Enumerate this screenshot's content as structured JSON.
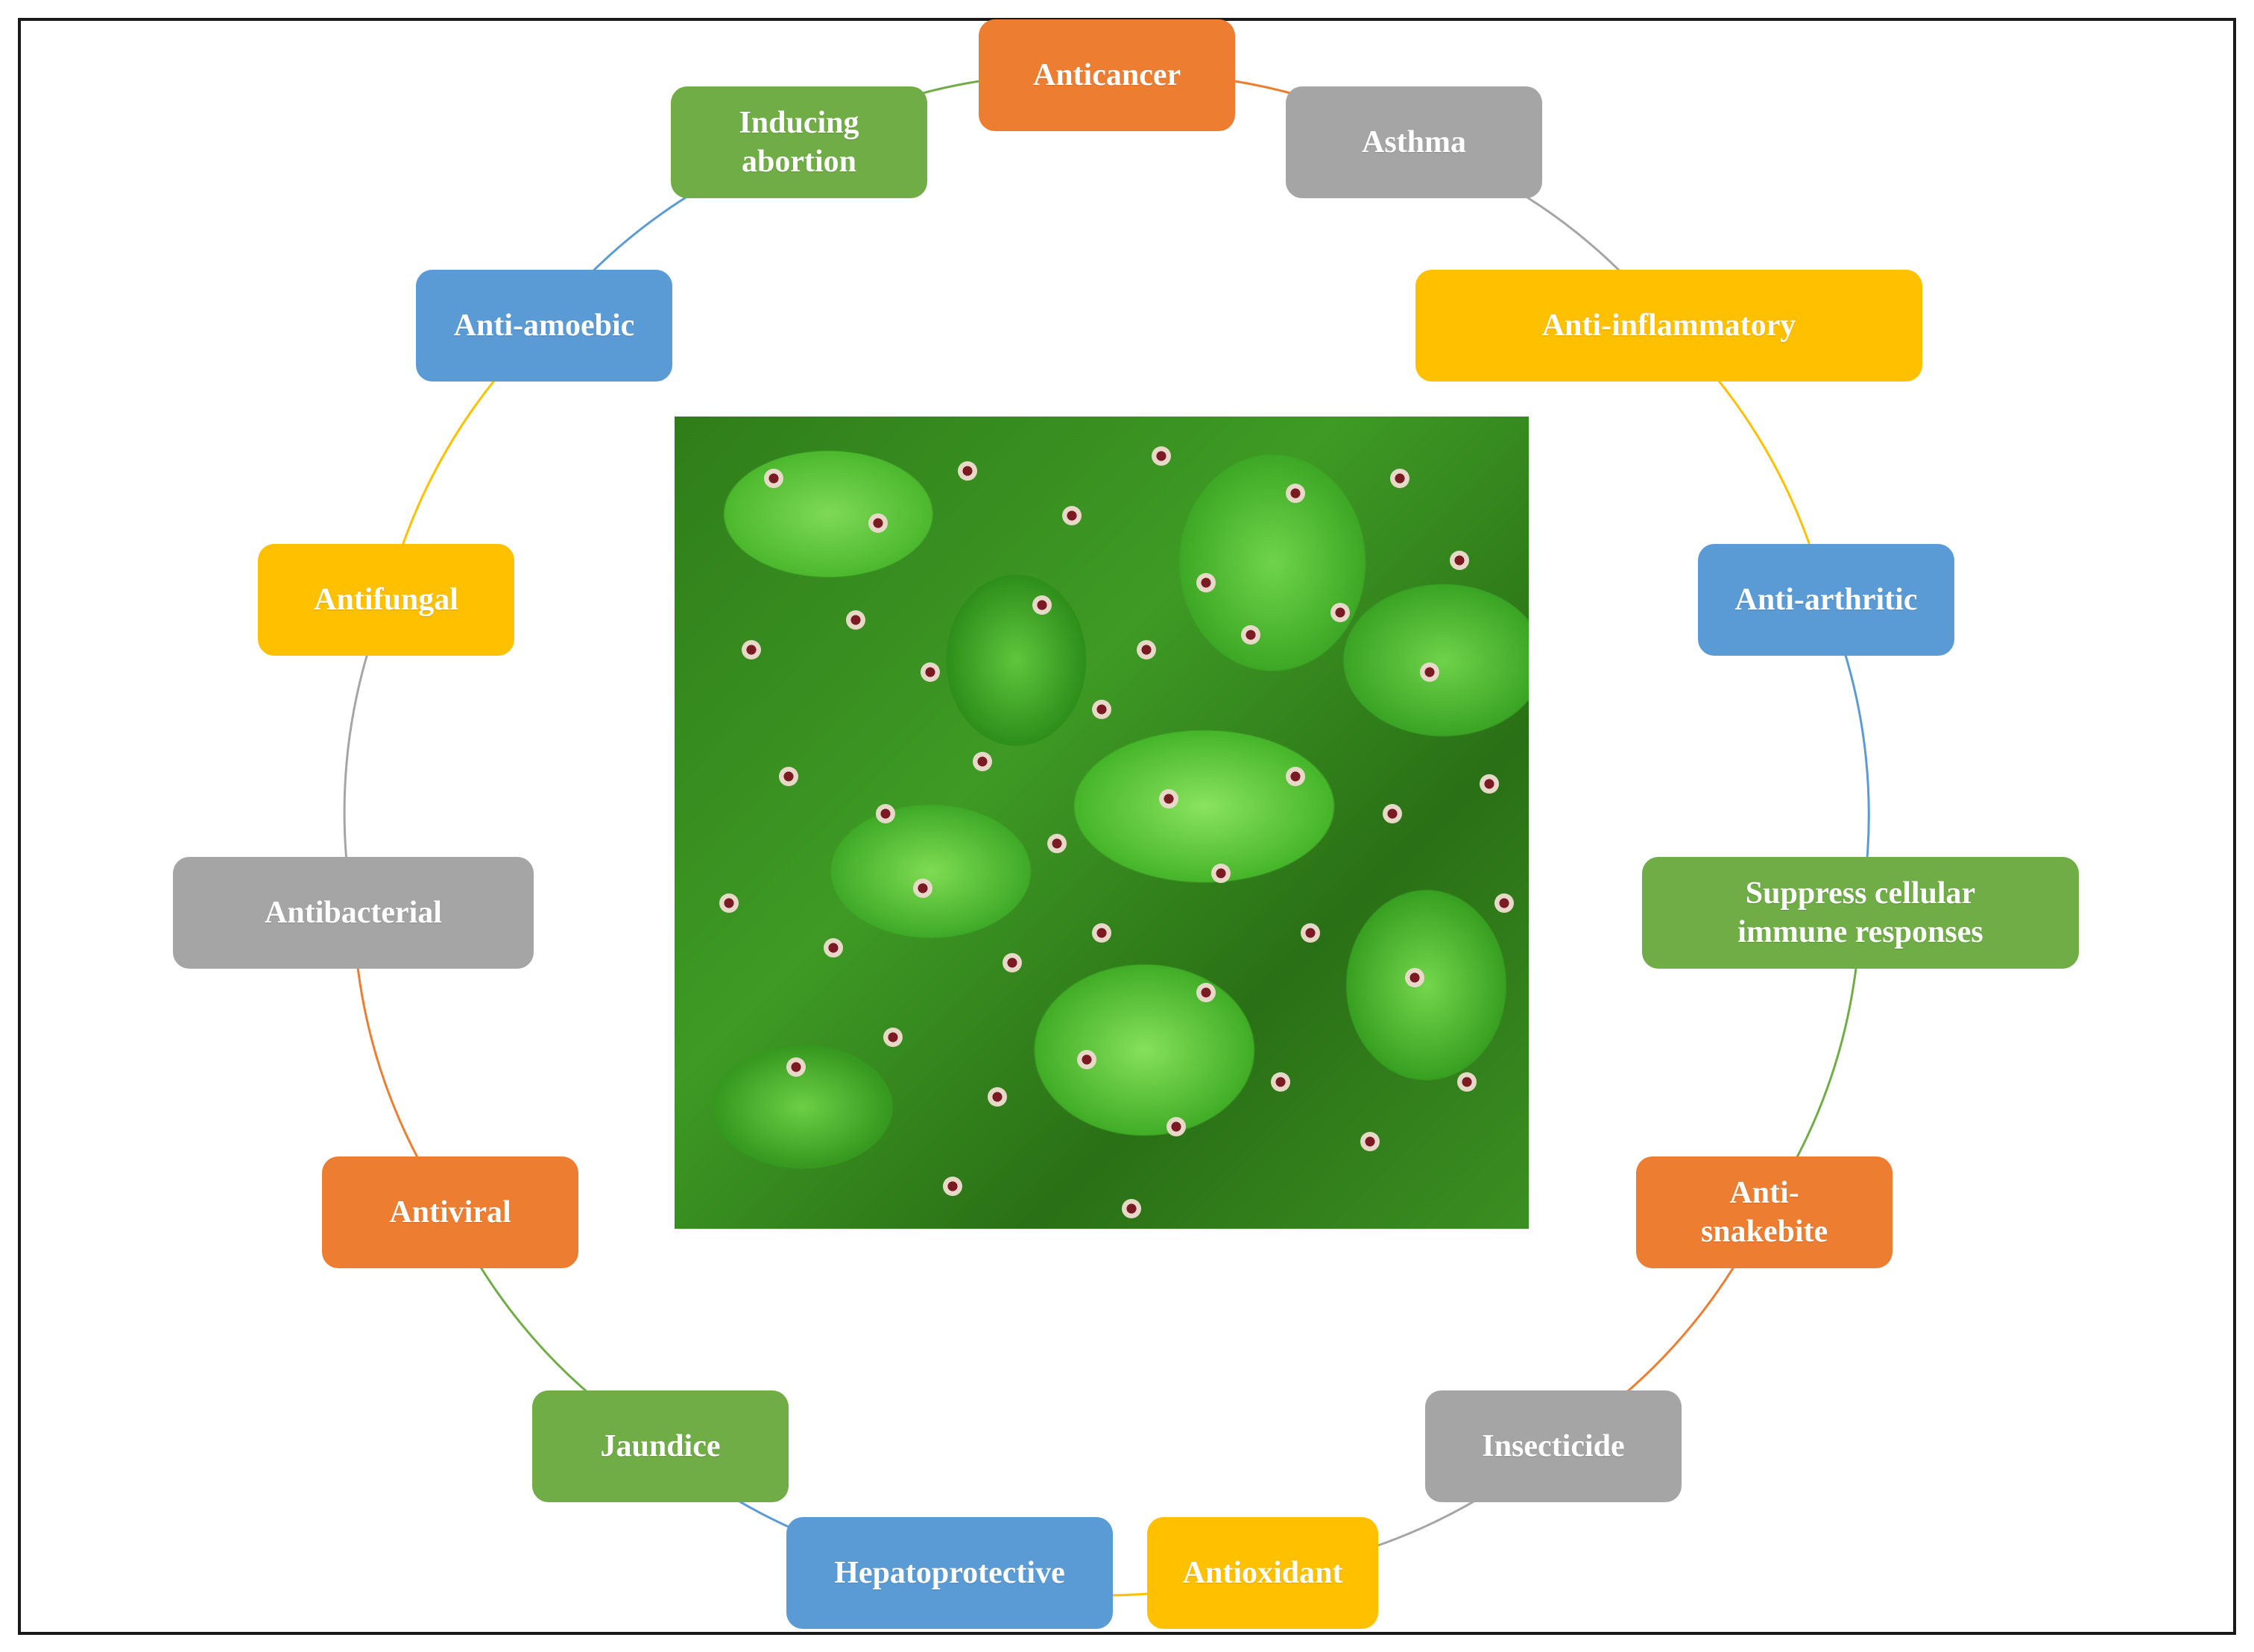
{
  "diagram": {
    "center_image": "plant-photo-green-leaves-with-small-flowers",
    "nodes": [
      {
        "id": "anticancer",
        "label": "Anticancer",
        "color": "#ED7D31"
      },
      {
        "id": "asthma",
        "label": "Asthma",
        "color": "#A5A5A5"
      },
      {
        "id": "anti-inflammatory",
        "label": "Anti-inflammatory",
        "color": "#FFC000"
      },
      {
        "id": "anti-arthritic",
        "label": "Anti-arthritic",
        "color": "#5B9BD5"
      },
      {
        "id": "suppress-cellular",
        "label": "Suppress cellular\nimmune responses",
        "color": "#70AD47"
      },
      {
        "id": "anti-snakebite",
        "label": "Anti-\nsnakebite",
        "color": "#ED7D31"
      },
      {
        "id": "insecticide",
        "label": "Insecticide",
        "color": "#A5A5A5"
      },
      {
        "id": "antioxidant",
        "label": "Antioxidant",
        "color": "#FFC000"
      },
      {
        "id": "hepatoprotective",
        "label": "Hepatoprotective",
        "color": "#5B9BD5"
      },
      {
        "id": "jaundice",
        "label": "Jaundice",
        "color": "#70AD47"
      },
      {
        "id": "antiviral",
        "label": "Antiviral",
        "color": "#ED7D31"
      },
      {
        "id": "antibacterial",
        "label": "Antibacterial",
        "color": "#A5A5A5"
      },
      {
        "id": "antifungal",
        "label": "Antifungal",
        "color": "#FFC000"
      },
      {
        "id": "anti-amoebic",
        "label": "Anti-amoebic",
        "color": "#5B9BD5"
      },
      {
        "id": "inducing-abortion",
        "label": "Inducing\nabortion",
        "color": "#70AD47"
      }
    ]
  }
}
